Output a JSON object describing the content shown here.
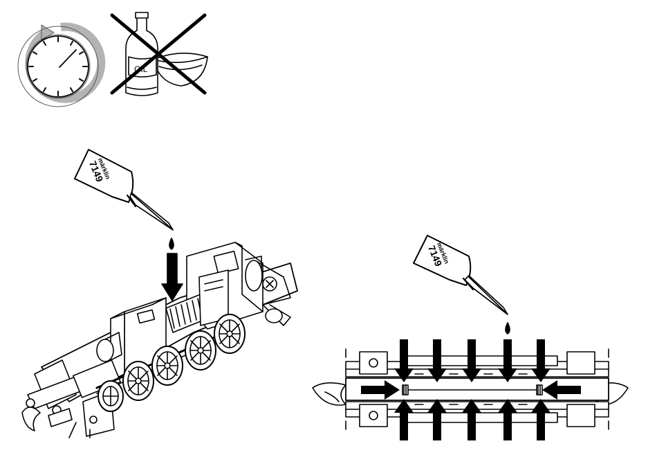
{
  "oil_bottle_label": "OIL",
  "oiler_brand": "märklin",
  "oiler_number": "7149",
  "colors": {
    "line": "#000000",
    "background": "#ffffff",
    "rotation_arrow": "#b3b3b3"
  },
  "icons": {
    "service_interval": "stopwatch-icon",
    "no_oil": "crossed-oil-bottle-icon",
    "oiler": "oil-dropper-icon",
    "oil_drop": "oil-drop-icon",
    "lubrication_arrow": "arrow-icon"
  }
}
